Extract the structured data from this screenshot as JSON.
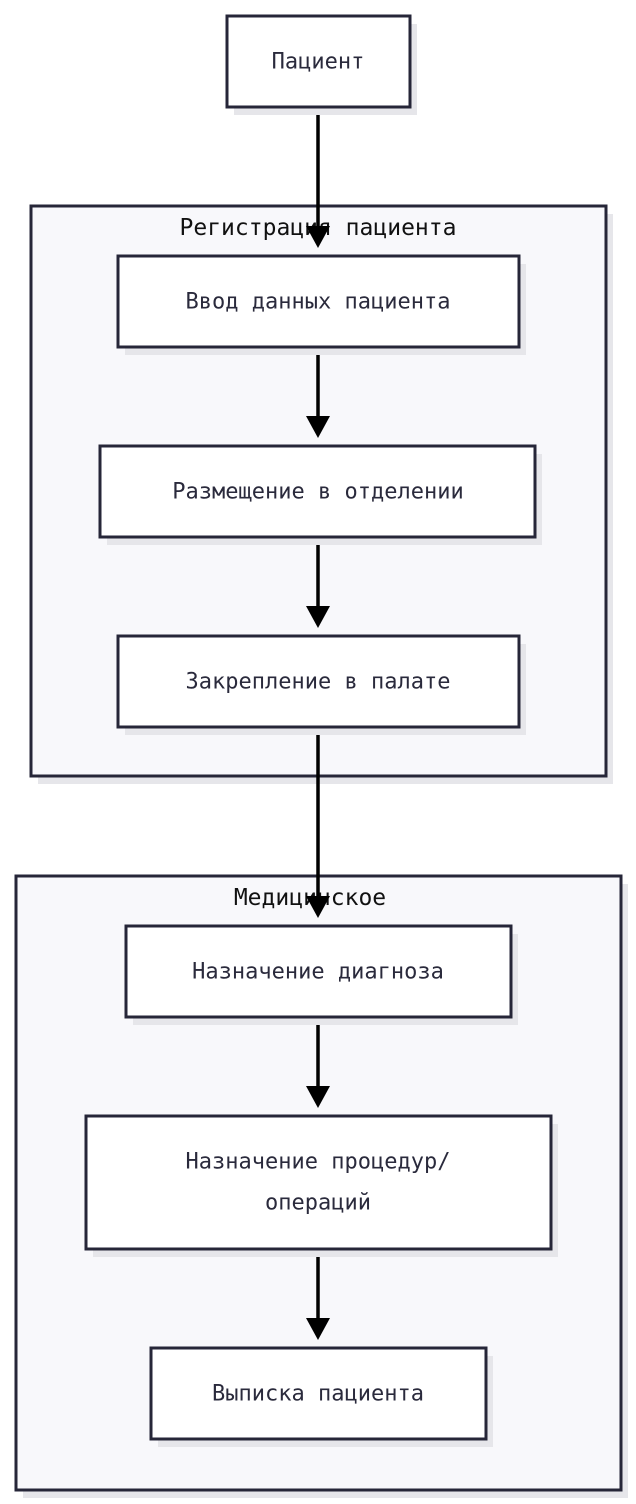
{
  "diagram": {
    "type": "flowchart",
    "clusters": {
      "registration": {
        "title": "Регистрация пациента"
      },
      "medical": {
        "title": "Медицинское"
      }
    },
    "nodes": {
      "patient": {
        "lines": [
          "Пациент"
        ]
      },
      "enter_data": {
        "lines": [
          "Ввод данных пациента"
        ]
      },
      "placement": {
        "lines": [
          "Размещение в отделении"
        ]
      },
      "ward": {
        "lines": [
          "Закрепление в палате"
        ]
      },
      "diagnosis": {
        "lines": [
          "Назначение диагноза"
        ]
      },
      "procedures": {
        "lines": [
          "Назначение процедур/",
          "операций"
        ]
      },
      "discharge": {
        "lines": [
          "Выписка пациента"
        ]
      }
    },
    "edges": [
      {
        "from": "patient",
        "to": "enter_data"
      },
      {
        "from": "enter_data",
        "to": "placement"
      },
      {
        "from": "placement",
        "to": "ward"
      },
      {
        "from": "ward",
        "to": "diagnosis"
      },
      {
        "from": "diagnosis",
        "to": "procedures"
      },
      {
        "from": "procedures",
        "to": "discharge"
      }
    ]
  }
}
